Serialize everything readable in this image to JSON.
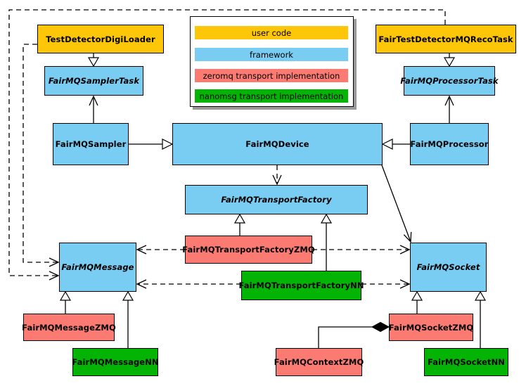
{
  "diagram": {
    "kind": "uml-class-diagram",
    "colors": {
      "user_code": "#FDC608",
      "framework": "#79CCF2",
      "zeromq": "#FB7B72",
      "nanomsg": "#04B404",
      "border": "#000000",
      "background": "#FFFFFF"
    },
    "legend": {
      "items": [
        {
          "label": "user code",
          "color_key": "user_code"
        },
        {
          "label": "framework",
          "color_key": "framework"
        },
        {
          "label": "zeromq transport implementation",
          "color_key": "zeromq"
        },
        {
          "label": "nanomsg transport implementation",
          "color_key": "nanomsg"
        }
      ]
    },
    "nodes": {
      "test_detector_digi_loader": {
        "label": "TestDetectorDigiLoader",
        "layer": "user code",
        "abstract": false
      },
      "fair_test_detector_mq_reco_task": {
        "label": "FairTestDetectorMQRecoTask",
        "layer": "user code",
        "abstract": false
      },
      "fair_mq_sampler_task": {
        "label": "FairMQSamplerTask",
        "layer": "framework",
        "abstract": true
      },
      "fair_mq_processor_task": {
        "label": "FairMQProcessorTask",
        "layer": "framework",
        "abstract": true
      },
      "fair_mq_sampler": {
        "label": "FairMQSampler",
        "layer": "framework",
        "abstract": false
      },
      "fair_mq_device": {
        "label": "FairMQDevice",
        "layer": "framework",
        "abstract": false
      },
      "fair_mq_processor": {
        "label": "FairMQProcessor",
        "layer": "framework",
        "abstract": false
      },
      "fair_mq_transport_factory": {
        "label": "FairMQTransportFactory",
        "layer": "framework",
        "abstract": true
      },
      "fair_mq_transport_factory_zmq": {
        "label": "FairMQTransportFactoryZMQ",
        "layer": "zeromq transport implementation",
        "abstract": false
      },
      "fair_mq_transport_factory_nn": {
        "label": "FairMQTransportFactoryNN",
        "layer": "nanomsg transport implementation",
        "abstract": false
      },
      "fair_mq_message": {
        "label": "FairMQMessage",
        "layer": "framework",
        "abstract": true
      },
      "fair_mq_socket": {
        "label": "FairMQSocket",
        "layer": "framework",
        "abstract": true
      },
      "fair_mq_message_zmq": {
        "label": "FairMQMessageZMQ",
        "layer": "zeromq transport implementation",
        "abstract": false
      },
      "fair_mq_message_nn": {
        "label": "FairMQMessageNN",
        "layer": "nanomsg transport implementation",
        "abstract": false
      },
      "fair_mq_socket_zmq": {
        "label": "FairMQSocketZMQ",
        "layer": "zeromq transport implementation",
        "abstract": false
      },
      "fair_mq_socket_nn": {
        "label": "FairMQSocketNN",
        "layer": "nanomsg transport implementation",
        "abstract": false
      },
      "fair_mq_context_zmq": {
        "label": "FairMQContextZMQ",
        "layer": "zeromq transport implementation",
        "abstract": false
      }
    },
    "relationships": [
      {
        "from": "TestDetectorDigiLoader",
        "to": "FairMQSamplerTask",
        "type": "inheritance"
      },
      {
        "from": "FairTestDetectorMQRecoTask",
        "to": "FairMQProcessorTask",
        "type": "inheritance"
      },
      {
        "from": "FairMQSampler",
        "to": "FairMQSamplerTask",
        "type": "association"
      },
      {
        "from": "FairMQProcessor",
        "to": "FairMQProcessorTask",
        "type": "association"
      },
      {
        "from": "FairMQSampler",
        "to": "FairMQDevice",
        "type": "inheritance"
      },
      {
        "from": "FairMQProcessor",
        "to": "FairMQDevice",
        "type": "inheritance"
      },
      {
        "from": "FairMQDevice",
        "to": "FairMQTransportFactory",
        "type": "dependency"
      },
      {
        "from": "FairMQDevice",
        "to": "FairMQSocket",
        "type": "association"
      },
      {
        "from": "FairMQTransportFactoryZMQ",
        "to": "FairMQTransportFactory",
        "type": "inheritance"
      },
      {
        "from": "FairMQTransportFactoryNN",
        "to": "FairMQTransportFactory",
        "type": "inheritance"
      },
      {
        "from": "FairMQTransportFactoryZMQ",
        "to": "FairMQMessage",
        "type": "dependency"
      },
      {
        "from": "FairMQTransportFactoryZMQ",
        "to": "FairMQSocket",
        "type": "dependency"
      },
      {
        "from": "FairMQTransportFactoryNN",
        "to": "FairMQMessage",
        "type": "dependency"
      },
      {
        "from": "FairMQTransportFactoryNN",
        "to": "FairMQSocket",
        "type": "dependency"
      },
      {
        "from": "TestDetectorDigiLoader",
        "to": "FairMQMessage",
        "type": "dependency"
      },
      {
        "from": "FairTestDetectorMQRecoTask",
        "to": "FairMQMessage",
        "type": "dependency"
      },
      {
        "from": "FairMQMessageZMQ",
        "to": "FairMQMessage",
        "type": "inheritance"
      },
      {
        "from": "FairMQMessageNN",
        "to": "FairMQMessage",
        "type": "inheritance"
      },
      {
        "from": "FairMQSocketZMQ",
        "to": "FairMQSocket",
        "type": "inheritance"
      },
      {
        "from": "FairMQSocketNN",
        "to": "FairMQSocket",
        "type": "inheritance"
      },
      {
        "from": "FairMQSocketZMQ",
        "to": "FairMQContextZMQ",
        "type": "composition"
      }
    ]
  }
}
